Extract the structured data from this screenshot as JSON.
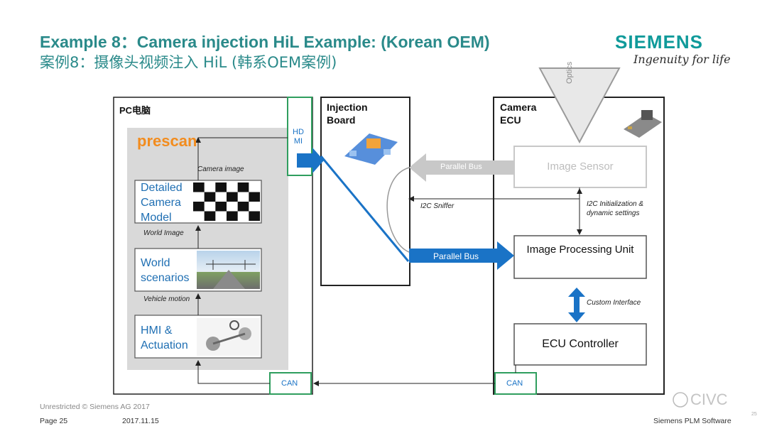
{
  "header": {
    "title_en": "Example 8：Camera injection HiL Example: (Korean OEM)",
    "title_cn": "案例8：摄像头视频注入 HiL (韩系OEM案例)",
    "logo": "SIEMENS",
    "tagline": "Ingenuity for life"
  },
  "pc": {
    "label": "PC电脑",
    "hdmi": "HD\nMI",
    "prescan": "prescan",
    "camera_image": "Camera image",
    "detailed_camera_model": "Detailed Camera Model",
    "world_image": "World Image",
    "world_scenarios": "World scenarios",
    "vehicle_motion": "Vehicle motion",
    "hmi_actuation": "HMI & Actuation",
    "can": "CAN"
  },
  "injection": {
    "label": "Injection Board"
  },
  "camera": {
    "label": "Camera ECU",
    "optics": "Optics",
    "image_sensor": "Image Sensor",
    "parallel_bus_top": "Parallel Bus",
    "i2c_sniffer": "I2C Sniffer",
    "i2c_init": "I2C Initialization & dynamic settings",
    "image_processing_unit": "Image Processing Unit",
    "parallel_bus_bottom": "Parallel Bus",
    "custom_interface": "Custom Interface",
    "ecu_controller": "ECU Controller",
    "can": "CAN"
  },
  "footer": {
    "restriction": "Unrestricted © Siemens AG 2017",
    "page": "Page 25",
    "date": "2017.11.15",
    "company": "Siemens PLM Software",
    "slide_num": "25",
    "watermark": "CIVC"
  },
  "colors": {
    "teal": "#2a8a8a",
    "green_border": "#2f9e5e",
    "blue_arrow": "#1a73c6",
    "gray_arrow": "#bfbfbf"
  }
}
